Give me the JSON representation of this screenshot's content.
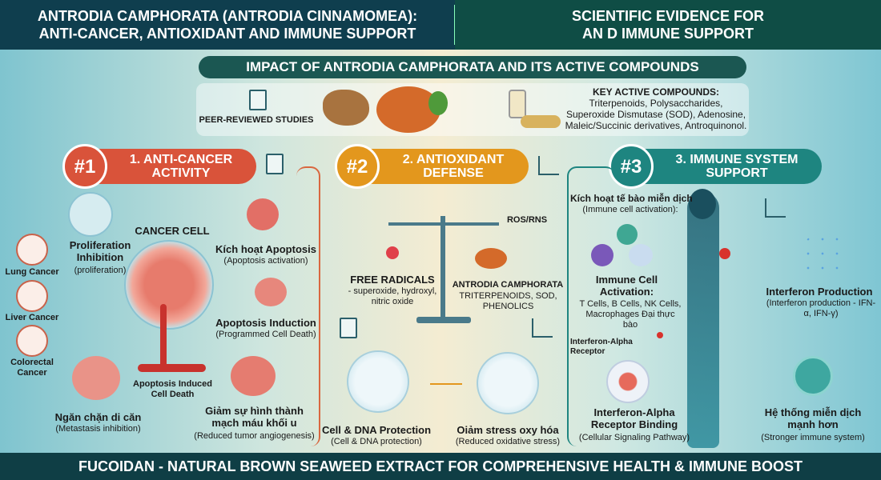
{
  "header": {
    "left_line1": "ANTRODIA CAMPHORATA (ANTRODIA CINNAMOMEA):",
    "left_line2": "ANTI-CANCER, ANTIOXIDANT AND IMMUNE SUPPORT",
    "right_line1": "SCIENTIFIC EVIDENCE FOR",
    "right_line2": "AN D IMMUNE SUPPORT"
  },
  "banner": {
    "title": "IMPACT OF ANTRODIA CAMPHORATA AND ITS ACTIVE COMPOUNDS",
    "studies": "PEER-REVIEWED STUDIES",
    "compounds_label": "KEY ACTIVE COMPOUNDS:",
    "compounds_text": "Triterpenoids, Polysaccharides, Superoxide Dismutase (SOD), Adenosine, Maleic/Succinic derivatives, Antroquinonol."
  },
  "sections": [
    {
      "num": "#1",
      "title": "1. ANTI-CANCER ACTIVITY",
      "color": "#d9533a"
    },
    {
      "num": "#2",
      "title": "2. ANTIOXIDANT DEFENSE",
      "color": "#e3971d"
    },
    {
      "num": "#3",
      "title": "3. IMMUNE SYSTEM SUPPORT",
      "color": "#1e8580"
    }
  ],
  "cancer": {
    "cancer_cell": "CANCER CELL",
    "prolif_title": "Proliferation Inhibition",
    "prolif_sub": "(proliferation)",
    "lung": "Lung Cancer",
    "liver": "Liver Cancer",
    "colorectal": "Colorectal Cancer",
    "apop_act_title": "Kích hoạt Apoptosis",
    "apop_act_sub": "(Apoptosis activation)",
    "apop_ind_title": "Apoptosis Induction",
    "apop_ind_sub": "(Programmed Cell Death)",
    "cell_death": "Apoptosis Induced Cell Death",
    "meta_title": "Ngăn chặn di căn",
    "meta_sub": "(Metastasis inhibition)",
    "angio_title": "Giảm sự hình thành mạch máu khối u",
    "angio_sub": "(Reduced tumor angiogenesis)"
  },
  "antioxidant": {
    "free_radicals": "FREE RADICALS",
    "free_radicals_sub": "- superoxide, hydroxyl, nitric oxide",
    "ros": "ROS/RNS",
    "antrodia": "ANTRODIA CAMPHORATA",
    "antrodia_sub": "TRITERPENOIDS, SOD, PHENOLICS",
    "dna_title": "Cell & DNA Protection",
    "dna_sub": "(Cell & DNA protection)",
    "stress_title": "Oiảm stress oxy hóa",
    "stress_sub": "(Reduced oxidative stress)"
  },
  "immune": {
    "activation_vn": "Kích hoạt tế bào miễn dịch",
    "activation_vn_sub": "(Immune cell activation):",
    "cell_act_title": "Immune Cell Activation:",
    "cell_act_list": "T Cells, B Cells, NK Cells, Macrophages Đại thực bào",
    "receptor_label": "Interferon-Alpha Receptor",
    "binding_title": "Interferon-Alpha Receptor Binding",
    "binding_sub": "(Cellular Signaling Pathway)",
    "ifn_title": "Interferon Production",
    "ifn_sub": "(Interferon production - IFN-α, IFN-γ)",
    "stronger_title": "Hệ thống miễn dịch mạnh hơn",
    "stronger_sub": "(Stronger immune system)"
  },
  "footer": {
    "text": "FUCOIDAN - NATURAL BROWN SEAWEED EXTRACT FOR COMPREHENSIVE HEALTH & IMMUNE BOOST"
  }
}
